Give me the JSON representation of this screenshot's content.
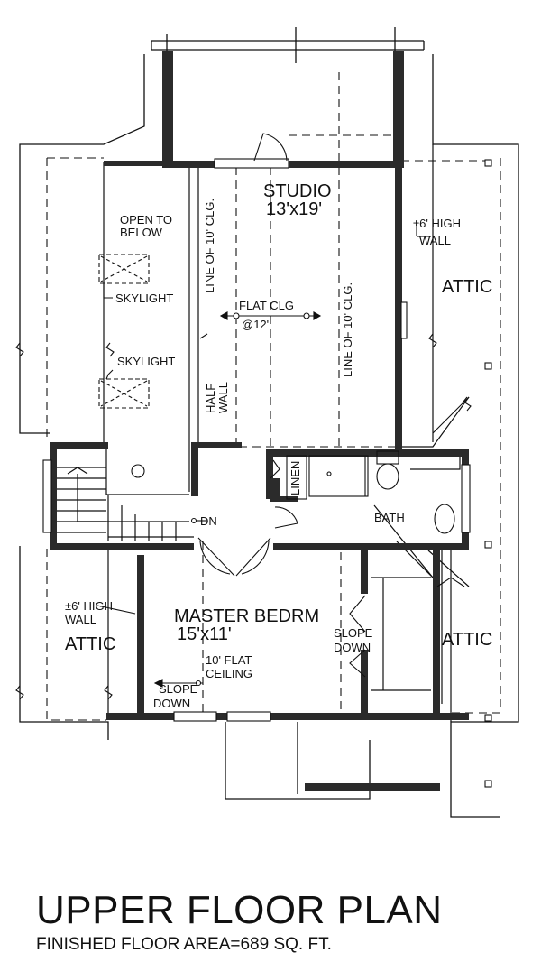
{
  "rooms": {
    "studio_name": "STUDIO",
    "studio_size": "13'x19'",
    "master_name": "MASTER BEDRM",
    "master_size": "15'x11'",
    "bath": "BATH",
    "linen": "LINEN",
    "attic": "ATTIC"
  },
  "notes": {
    "open_to_below_1": "OPEN TO",
    "open_to_below_2": "BELOW",
    "skylight": "SKYLIGHT",
    "line_of_clg": "LINE OF 10' CLG.",
    "flat_clg": "FLAT CLG",
    "flat_clg_height": "@12'",
    "half_wall_1": "HALF",
    "half_wall_2": "WALL",
    "high_wall_1": "±6' HIGH",
    "high_wall_2": "WALL",
    "dn": "DN",
    "slope_1": "SLOPE",
    "slope_2": "DOWN",
    "flat_ceiling_1": "10' FLAT",
    "flat_ceiling_2": "CEILING"
  },
  "title": {
    "main": "UPPER FLOOR PLAN",
    "area": "FINISHED FLOOR AREA=689 SQ. FT."
  },
  "colors": {
    "wall": "#2b2b2b",
    "line": "#111111"
  }
}
